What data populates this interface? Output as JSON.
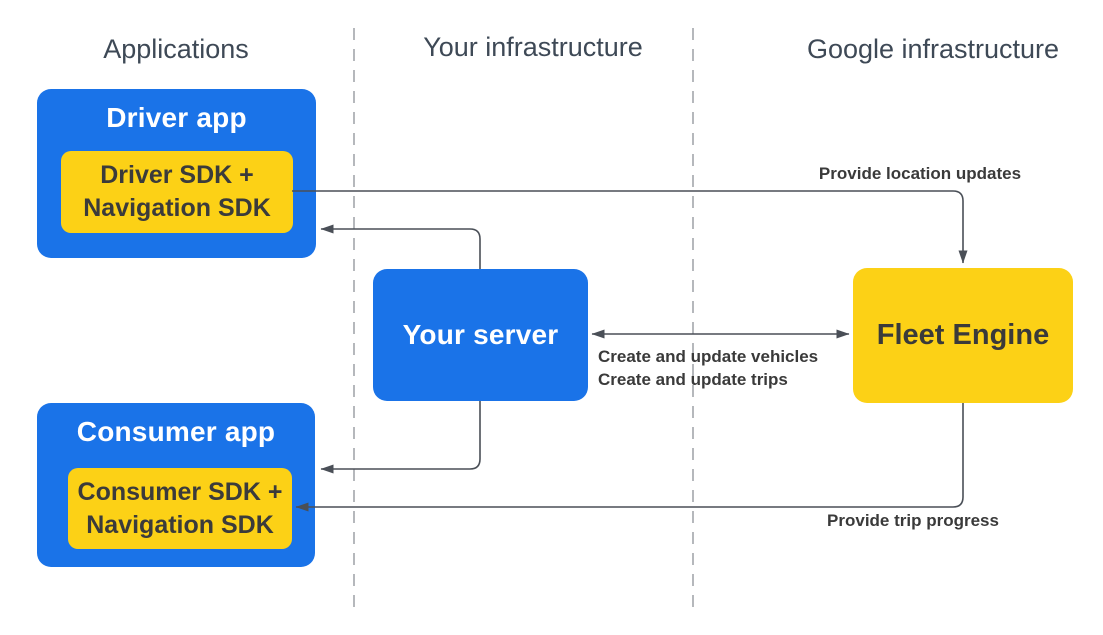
{
  "columns": {
    "applications": "Applications",
    "your_infrastructure": "Your infrastructure",
    "google_infrastructure": "Google infrastructure"
  },
  "nodes": {
    "driver_app": "Driver app",
    "driver_sdk_line1": "Driver SDK +",
    "driver_sdk_line2": "Navigation SDK",
    "consumer_app": "Consumer app",
    "consumer_sdk_line1": "Consumer SDK +",
    "consumer_sdk_line2": "Navigation SDK",
    "your_server": "Your server",
    "fleet_engine": "Fleet Engine"
  },
  "edge_labels": {
    "provide_location_updates": "Provide location updates",
    "create_update_vehicles": "Create and update vehicles",
    "create_update_trips": "Create and update trips",
    "provide_trip_progress": "Provide trip progress"
  },
  "colors": {
    "blue": "#1A73E8",
    "yellow": "#FCD116",
    "header_text": "#3E4956",
    "dark_text": "#3A3A3A",
    "box_text_light": "#FFFFFF",
    "line": "#4A4F57",
    "dashed_line": "#A3A7AC",
    "bg": "#FFFFFF"
  }
}
